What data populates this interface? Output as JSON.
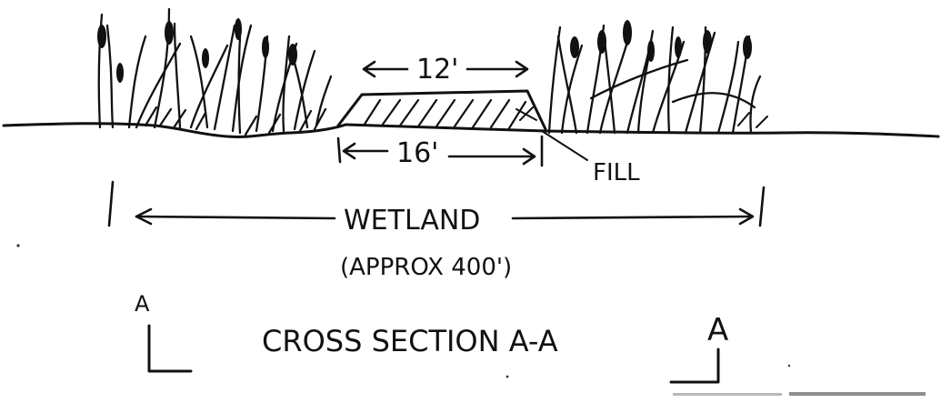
{
  "labels": {
    "top_width": "12'",
    "base_width": "16'",
    "fill": "FILL",
    "wetland": "WETLAND",
    "approx": "(APPROX 400')",
    "title": "CROSS SECTION A-A",
    "section_left": "A",
    "section_right": "A"
  }
}
